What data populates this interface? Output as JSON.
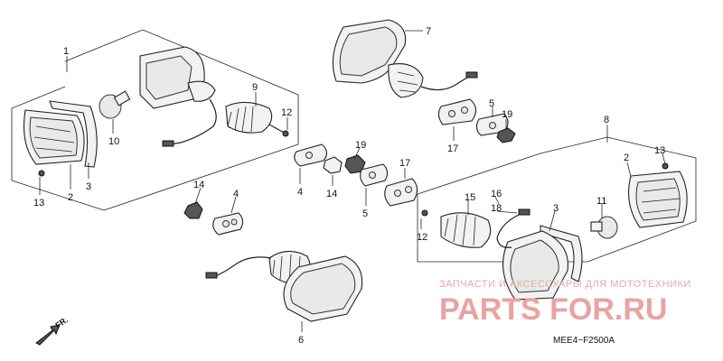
{
  "diagram": {
    "callouts": [
      "1",
      "2",
      "3",
      "13",
      "10",
      "9",
      "12",
      "7",
      "5",
      "19",
      "17",
      "4",
      "14",
      "19",
      "5",
      "17",
      "14",
      "4",
      "8",
      "2",
      "13",
      "15",
      "16",
      "18",
      "3",
      "11",
      "12",
      "6"
    ],
    "watermark_text": "ЗАПЧАСТИ И АКСЕССУАРЫ ДЛЯ МОТОТЕХНИКИ",
    "watermark_logo": "PARTS FOR.RU",
    "diagram_code": "MEE4−F2500A",
    "direction_label": "FR.",
    "colors": {
      "line": "#222222",
      "watermark": "#e6a8a8"
    }
  }
}
